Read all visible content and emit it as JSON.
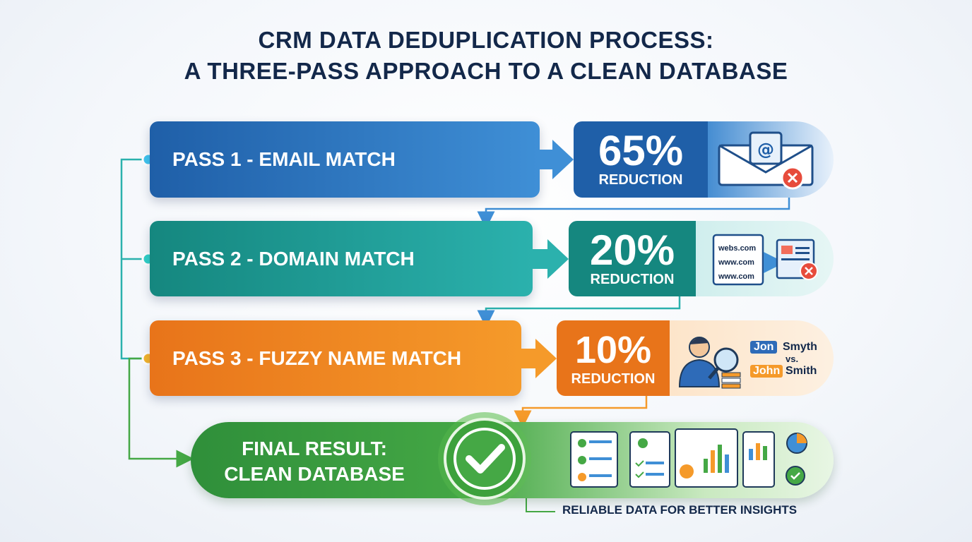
{
  "title": {
    "line1": "CRM DATA DEDUPLICATION PROCESS:",
    "line2": "A THREE-PASS APPROACH TO A CLEAN DATABASE"
  },
  "passes": [
    {
      "label": "PASS 1 - EMAIL MATCH",
      "percent": "65%",
      "reduction": "REDUCTION",
      "color": "#1f5fa8",
      "icon": "email-icon"
    },
    {
      "label": "PASS 2 - DOMAIN MATCH",
      "percent": "20%",
      "reduction": "REDUCTION",
      "color": "#15877f",
      "icon": "domain-icon",
      "urls": [
        "webs.com",
        "www.com",
        "www.com"
      ]
    },
    {
      "label": "PASS 3 - FUZZY NAME MATCH",
      "percent": "10%",
      "reduction": "REDUCTION",
      "color": "#e8741a",
      "icon": "person-search-icon",
      "name_a_first": "Jon",
      "name_a_last": "Smyth",
      "versus": "vs.",
      "name_b_first": "John",
      "name_b_last": "Smith"
    }
  ],
  "final": {
    "line1": "FINAL RESULT:",
    "line2": "CLEAN DATABASE",
    "color": "#45a845",
    "tagline": "RELIABLE DATA FOR BETTER INSIGHTS"
  }
}
